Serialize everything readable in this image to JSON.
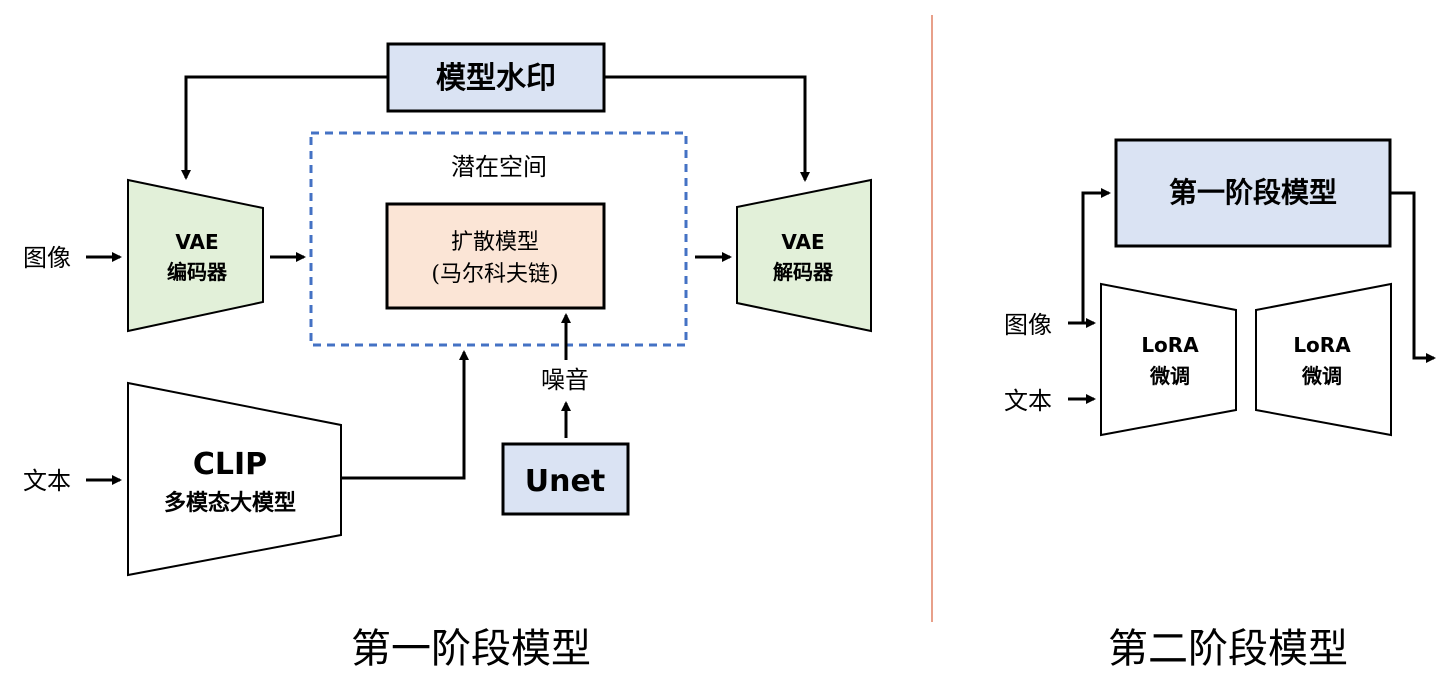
{
  "stage1": {
    "title": "第一阶段模型",
    "watermark_label": "模型水印",
    "latent_space_label": "潜在空间",
    "diffusion": {
      "line1": "扩散模型",
      "line2": "(马尔科夫链)"
    },
    "vae_encoder": {
      "line1": "VAE",
      "line2": "编码器"
    },
    "vae_decoder": {
      "line1": "VAE",
      "line2": "解码器"
    },
    "clip": {
      "line1": "CLIP",
      "line2": "多模态大模型"
    },
    "unet_label": "Unet",
    "noise_label": "噪音",
    "input_image_label": "图像",
    "input_text_label": "文本"
  },
  "stage2": {
    "title": "第二阶段模型",
    "stage1_model_label": "第一阶段模型",
    "lora_left": {
      "line1": "LoRA",
      "line2": "微调"
    },
    "lora_right": {
      "line1": "LoRA",
      "line2": "微调"
    },
    "input_image_label": "图像",
    "input_text_label": "文本"
  },
  "colors": {
    "watermark_fill": "#dae3f3",
    "diffusion_fill": "#fbe5d6",
    "vae_fill": "#e2f0d9",
    "unet_fill": "#dae3f3",
    "stage1_model_fill": "#dae3f3",
    "latent_border": "#4472c4",
    "divider": "#e8a08a",
    "stroke": "#000000",
    "white": "#ffffff"
  }
}
